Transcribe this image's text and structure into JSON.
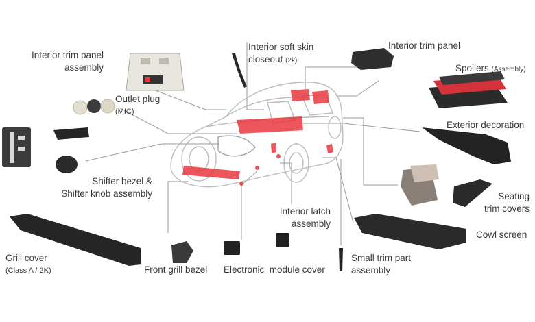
{
  "labels": {
    "interior_trim_panel_assembly": {
      "line1": "Interior trim panel",
      "line2": "assembly"
    },
    "interior_soft_skin": {
      "line1": "Interior soft skin",
      "line2": "closeout",
      "note": "(2k)"
    },
    "interior_trim_panel": {
      "text": "Interior trim panel"
    },
    "spoilers": {
      "text": "Spoilers",
      "note": "(Assembly)"
    },
    "outlet_plug": {
      "text": "Outlet plug",
      "note": "(MIC)"
    },
    "exterior_decoration": {
      "text": "Exterior decoration"
    },
    "shifter": {
      "line1": "Shifter bezel &",
      "line2": "Shifter knob assembly"
    },
    "seating_trim": {
      "line1": "Seating",
      "line2": "trim covers"
    },
    "interior_latch": {
      "line1": "Interior latch",
      "line2": "assembly"
    },
    "cowl_screen": {
      "text": "Cowl screen"
    },
    "grill_cover": {
      "text": "Grill cover",
      "note": "(Class A / 2K)"
    },
    "front_grill_bezel": {
      "text": "Front grill bezel"
    },
    "electronic_module_cover": {
      "text": "Electronic  module cover"
    },
    "small_trim_part": {
      "line1": "Small trim part",
      "line2": "assembly"
    }
  },
  "colors": {
    "highlight": "#e8383f",
    "leader": "#9a9a9a",
    "part_dark": "#2a2a2a",
    "car_outline": "#b8bcc2"
  }
}
